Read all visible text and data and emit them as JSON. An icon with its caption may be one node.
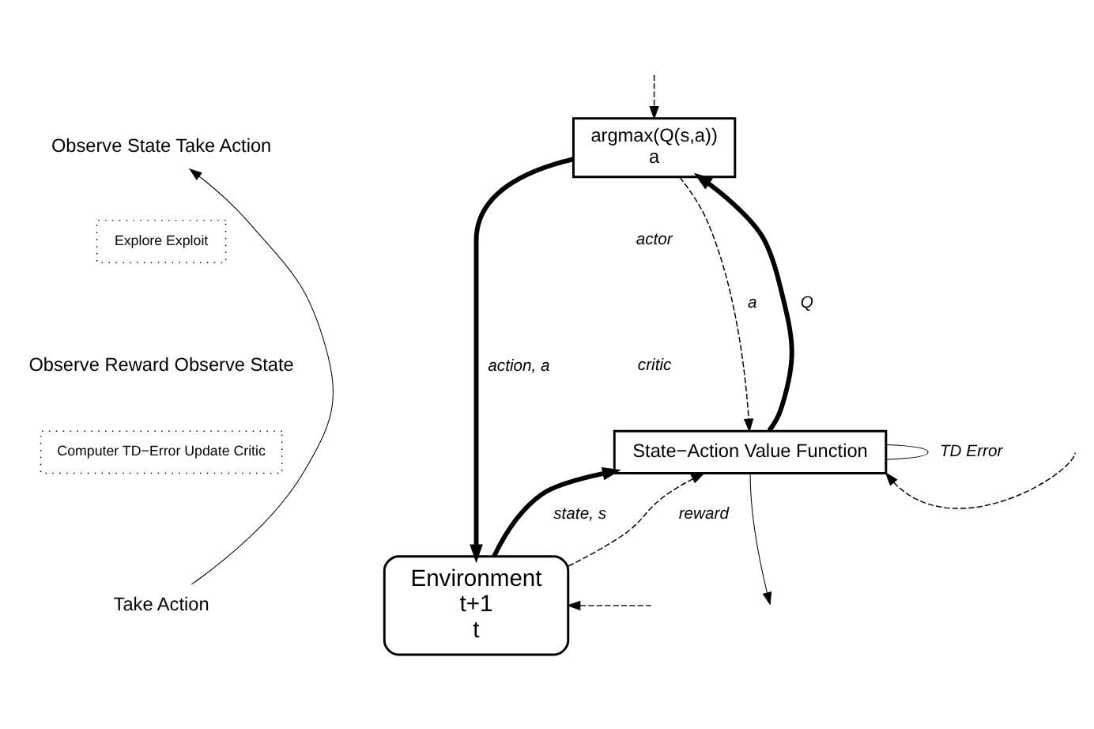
{
  "diagram": {
    "nodes": [
      {
        "text": [
          "Observe State Take Action"
        ]
      },
      {
        "text": [
          "Explore Exploit"
        ]
      },
      {
        "text": [
          "Observe Reward Observe State"
        ]
      },
      {
        "text": [
          "Computer TD−Error Update Critic"
        ]
      },
      {
        "text": [
          "Take Action"
        ]
      },
      {
        "text": [
          "argmax(Q(s,a))",
          "a"
        ]
      },
      {
        "text": [
          "State−Action Value Function"
        ]
      },
      {
        "text": [
          "Environment",
          "t+1",
          "t"
        ]
      }
    ],
    "edges": [
      {
        "from": 4,
        "to": 0,
        "arrow": "to"
      },
      {
        "from": null,
        "to": 5,
        "arrow": "to",
        "style": "dashed"
      },
      {
        "from": 5,
        "to": 7,
        "arrow": "to",
        "label": "action, a",
        "style": "thick"
      },
      {
        "from": 5,
        "to": 6,
        "arrow": "to",
        "label": "a",
        "style": "dashed"
      },
      {
        "from": 6,
        "to": 5,
        "arrow": "to",
        "label": "Q",
        "style": "thick"
      },
      {
        "from": 6,
        "to": 6,
        "arrow": "none",
        "label": "TD Error"
      },
      {
        "from": 7,
        "to": 6,
        "arrow": "to",
        "label": "state, s",
        "style": "thick"
      },
      {
        "from": 7,
        "to": 6,
        "arrow": "to",
        "label": "reward",
        "style": "dashed"
      },
      {
        "from": null,
        "to": 6,
        "arrow": "to",
        "style": "dashed"
      },
      {
        "from": 6,
        "to": null,
        "arrow": "to"
      },
      {
        "from": null,
        "to": 7,
        "arrow": "to",
        "style": "dashed"
      }
    ],
    "labels": [
      "actor",
      "critic"
    ]
  }
}
